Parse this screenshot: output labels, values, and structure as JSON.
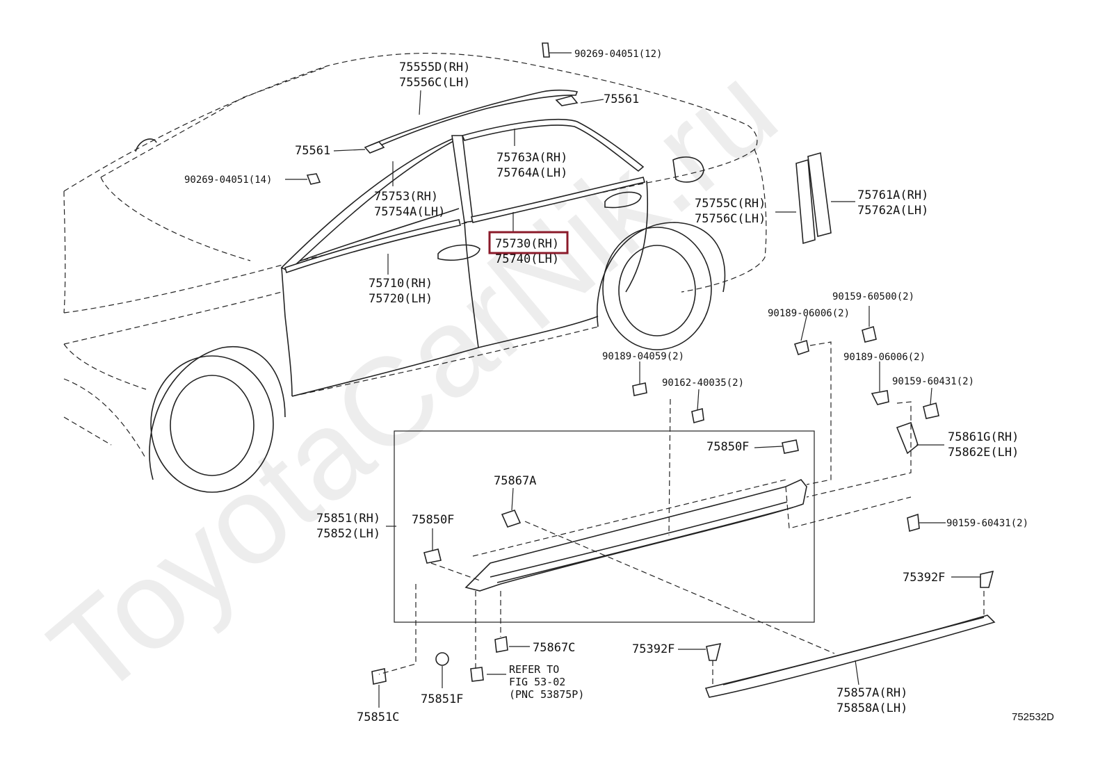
{
  "watermark": "ToyotaCarNik.ru",
  "diagram_id": "752532D",
  "highlight_color": "#8b1a2a",
  "labels": {
    "p90269_04051_12": "90269-04051(12)",
    "p75555D_rh": "75555D(RH)",
    "p75556C_lh": "75556C(LH)",
    "p75561_top": "75561",
    "p75561_left": "75561",
    "p90269_04051_14": "90269-04051(14)",
    "p75763A_rh": "75763A(RH)",
    "p75764A_lh": "75764A(LH)",
    "p75753_rh": "75753(RH)",
    "p75754A_lh": "75754A(LH)",
    "p75755C_rh": "75755C(RH)",
    "p75756C_lh": "75756C(LH)",
    "p75761A_rh": "75761A(RH)",
    "p75762A_lh": "75762A(LH)",
    "p75730_rh": "75730(RH)",
    "p75740_lh": "75740(LH)",
    "p75710_rh": "75710(RH)",
    "p75720_lh": "75720(LH)",
    "p90159_60500_2": "90159-60500(2)",
    "p90189_06006_2a": "90189-06006(2)",
    "p90189_04059_2": "90189-04059(2)",
    "p90189_06006_2b": "90189-06006(2)",
    "p90162_40035_2": "90162-40035(2)",
    "p90159_60431_2a": "90159-60431(2)",
    "p75850F_right": "75850F",
    "p75861G_rh": "75861G(RH)",
    "p75862E_lh": "75862E(LH)",
    "p75867A": "75867A",
    "p75851_rh": "75851(RH)",
    "p75852_lh": "75852(LH)",
    "p75850F_left": "75850F",
    "p90159_60431_2b": "90159-60431(2)",
    "p75392F_right": "75392F",
    "p75867C": "75867C",
    "p75392F_left": "75392F",
    "refer_line1": "REFER TO",
    "refer_line2": "FIG 53-02",
    "refer_line3": "(PNC 53875P)",
    "p75851F": "75851F",
    "p75851C": "75851C",
    "p75857A_rh": "75857A(RH)",
    "p75858A_lh": "75858A(LH)"
  }
}
